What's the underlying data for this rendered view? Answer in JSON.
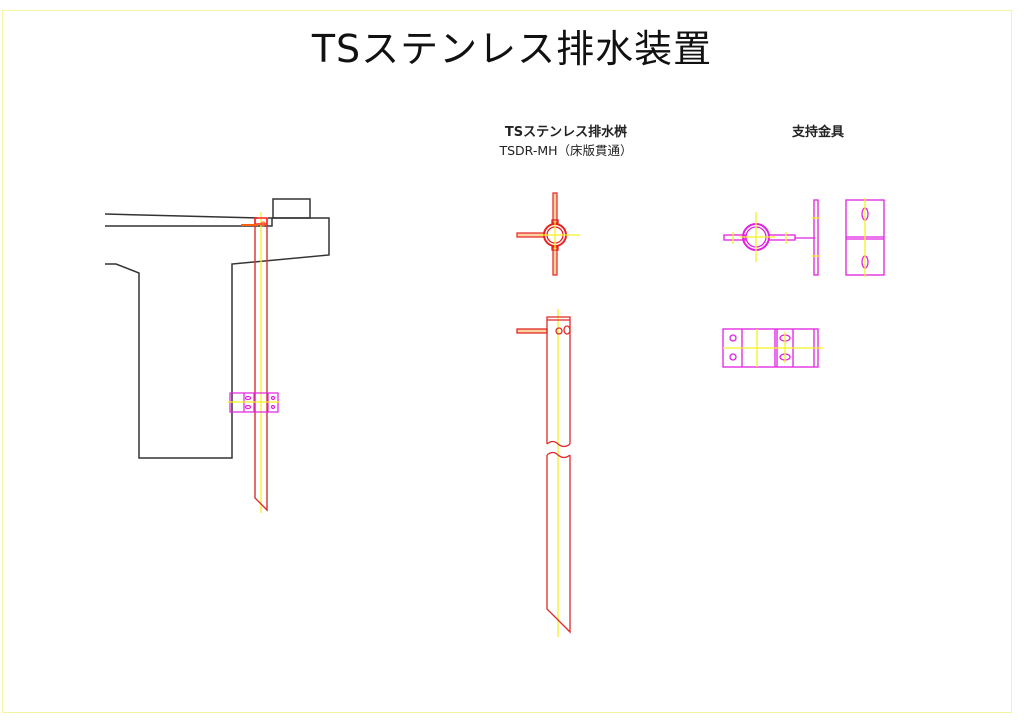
{
  "title": "TSステンレス排水装置",
  "views": {
    "drain": {
      "name": "TSステンレス排水桝",
      "model": "TSDR-MH（床版貫通）"
    },
    "bracket": {
      "name": "支持金具"
    }
  },
  "colors": {
    "concrete": "#333333",
    "pipe": "#e8262a",
    "bracket": "#e020e0",
    "centerline": "#f5f020",
    "frame": "#f3f3a0"
  }
}
